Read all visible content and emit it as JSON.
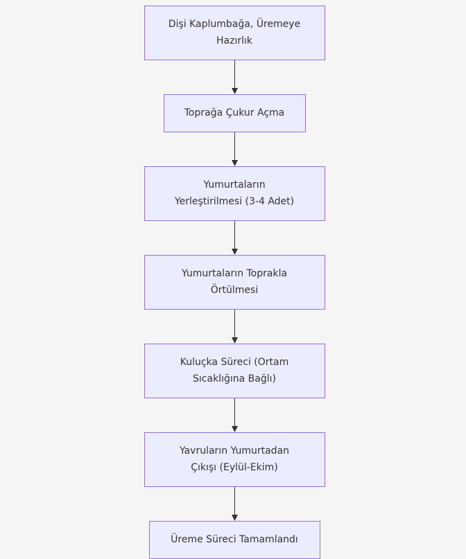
{
  "diagram": {
    "type": "flowchart",
    "direction": "top-down",
    "colors": {
      "node_fill": "#ececff",
      "node_stroke": "#9370db",
      "edge": "#333333",
      "text": "#333333",
      "background": "#f5f5f5"
    },
    "nodes": [
      {
        "id": "n1",
        "lines": [
          "Dişi Kaplumbağa, Üremeye",
          "Hazırlık"
        ]
      },
      {
        "id": "n2",
        "lines": [
          "Toprağa Çukur Açma"
        ]
      },
      {
        "id": "n3",
        "lines": [
          "Yumurtaların",
          "Yerleştirilmesi (3-4 Adet)"
        ]
      },
      {
        "id": "n4",
        "lines": [
          "Yumurtaların Toprakla",
          "Örtülmesi"
        ]
      },
      {
        "id": "n5",
        "lines": [
          "Kuluçka Süreci (Ortam",
          "Sıcaklığına Bağlı)"
        ]
      },
      {
        "id": "n6",
        "lines": [
          "Yavruların Yumurtadan",
          "Çıkışı (Eylül-Ekim)"
        ]
      },
      {
        "id": "n7",
        "lines": [
          "Üreme Süreci Tamamlandı"
        ]
      }
    ],
    "edges": [
      {
        "from": "n1",
        "to": "n2"
      },
      {
        "from": "n2",
        "to": "n3"
      },
      {
        "from": "n3",
        "to": "n4"
      },
      {
        "from": "n4",
        "to": "n5"
      },
      {
        "from": "n5",
        "to": "n6"
      },
      {
        "from": "n6",
        "to": "n7"
      }
    ]
  }
}
